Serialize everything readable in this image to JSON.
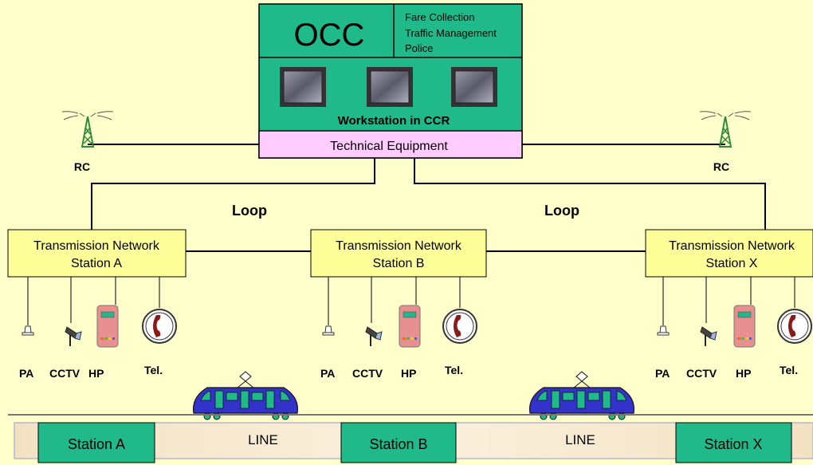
{
  "occ": {
    "title": "OCC",
    "functions": [
      "Fare Collection",
      "Traffic Management",
      "Police"
    ],
    "workstation_label": "Workstation in CCR",
    "technical_equipment": "Technical Equipment"
  },
  "rc": {
    "left": "RC",
    "right": "RC"
  },
  "loops": [
    "Loop",
    "Loop"
  ],
  "stations": [
    {
      "line1": "Transmission Network",
      "line2": "Station A",
      "track_label": "Station A"
    },
    {
      "line1": "Transmission Network",
      "line2": "Station B",
      "track_label": "Station B"
    },
    {
      "line1": "Transmission Network",
      "line2": "Station X",
      "track_label": "Station X"
    }
  ],
  "devices": {
    "pa": "PA",
    "cctv": "CCTV",
    "hp": "HP",
    "tel": "Tel."
  },
  "line_labels": [
    "LINE",
    "LINE"
  ],
  "colors": {
    "background": "#FFFFCC",
    "occ": "#1FB98A",
    "tech": "#FFCCFF",
    "station_box": "#FFFF99",
    "track_station": "#1FB98A",
    "track": "#F5E6C8",
    "train": "#3333CC"
  }
}
